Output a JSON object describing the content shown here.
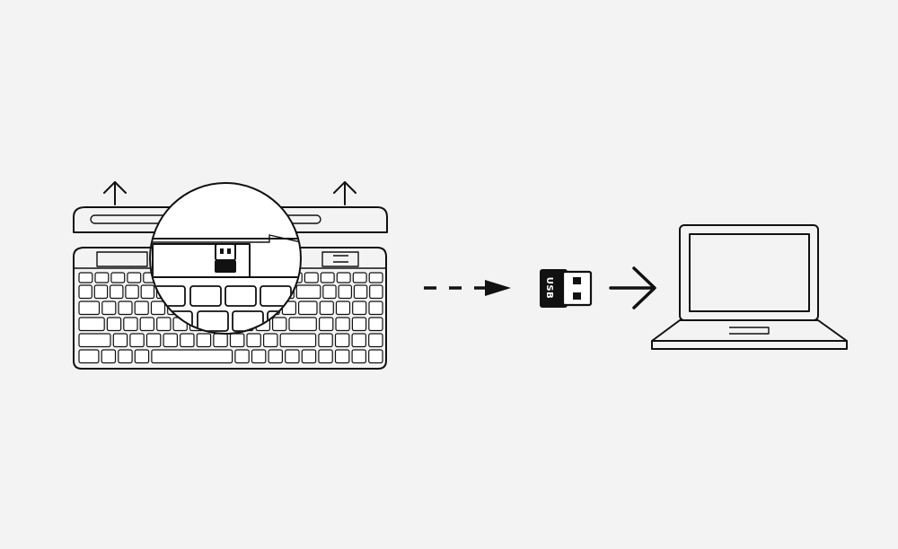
{
  "diagram": {
    "background": "#f3f3f3",
    "stroke_color": "#111111",
    "steps": [
      {
        "name": "keyboard",
        "description_icon": "keyboard-with-magnified-receiver-slot"
      },
      {
        "name": "usb-receiver",
        "label": "USB"
      },
      {
        "name": "laptop"
      }
    ],
    "connectors": [
      {
        "from": "keyboard",
        "to": "usb-receiver",
        "style": "dashed-arrow"
      },
      {
        "from": "usb-receiver",
        "to": "laptop",
        "style": "solid-arrow"
      }
    ],
    "icons": [
      "arrow-up-icon",
      "arrow-up-icon",
      "usb-receiver-icon",
      "laptop-icon",
      "keyboard-icon",
      "magnifier-circle-icon"
    ]
  }
}
